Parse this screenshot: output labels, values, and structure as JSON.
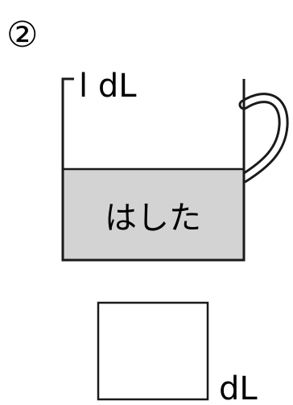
{
  "problem_number": "②",
  "cup": {
    "capacity_label": "l dL",
    "liquid_label": "はした",
    "liquid_color": "#d3d3d3",
    "line_color": "#1a1a1a"
  },
  "answer": {
    "unit_label": "dL"
  }
}
